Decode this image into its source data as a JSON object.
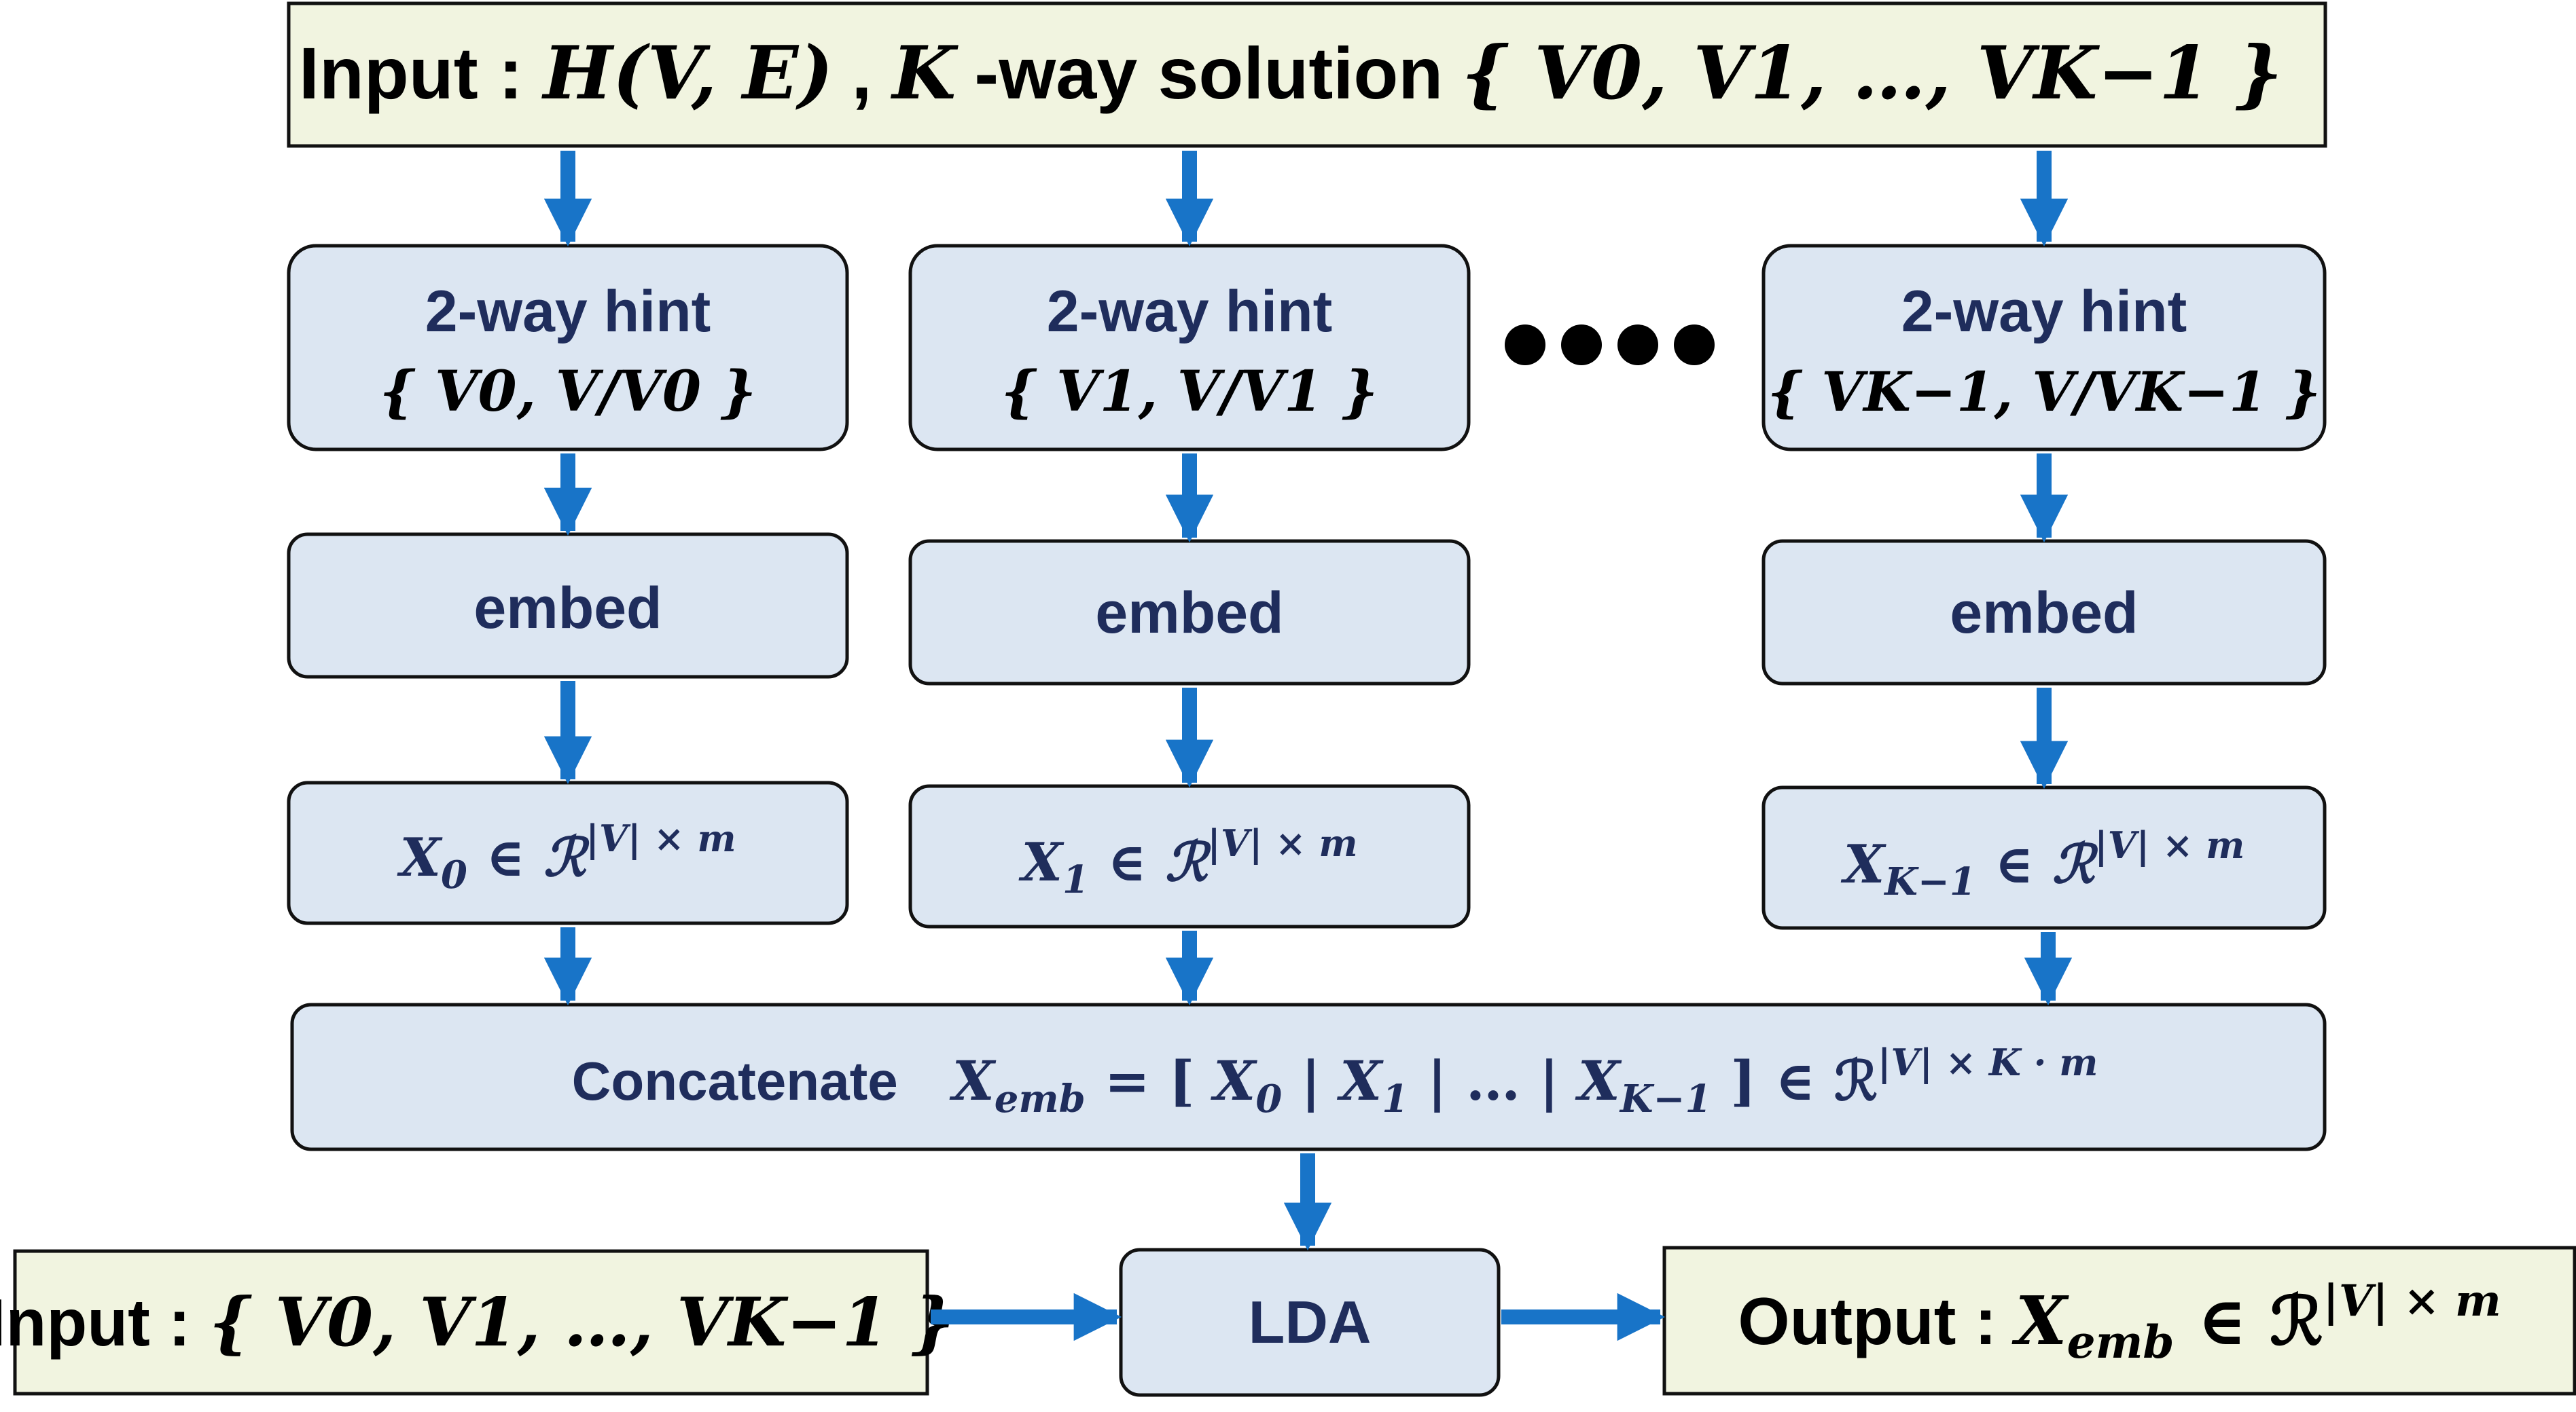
{
  "colors": {
    "input_box_fill": "#F1F4E0",
    "step_box_fill": "#DCE6F2",
    "arrow": "#1874C8",
    "step_text": "#1F2D5C",
    "io_text": "#000000"
  },
  "top_input": {
    "label": "Input : ",
    "graph": "H(V, E)",
    "sep": ", ",
    "k": "K",
    "solution_label": "-way solution",
    "set": "{ V0, V1, …, VK−1 }"
  },
  "columns": [
    {
      "hint_label": "2-way hint",
      "hint_set": "{ V0, V/V0 }",
      "embed_label": "embed",
      "x_name": "X",
      "x_sub": "0",
      "x_rel": " ∈ ℛ",
      "x_sup": "|V| × m"
    },
    {
      "hint_label": "2-way hint",
      "hint_set": "{ V1, V/V1 }",
      "embed_label": "embed",
      "x_name": "X",
      "x_sub": "1",
      "x_rel": " ∈ ℛ",
      "x_sup": "|V| × m"
    },
    {
      "hint_label": "2-way hint",
      "hint_set": "{ VK−1, V/VK−1 }",
      "embed_label": "embed",
      "x_name": "X",
      "x_sub": "K−1",
      "x_rel": " ∈ ℛ",
      "x_sup": "|V| × m"
    }
  ],
  "ellipsis_icon": "four-dots",
  "concat": {
    "label": "Concatenate",
    "lhs_name": "X",
    "lhs_sub": "emb",
    "rhs_open": " = [ ",
    "x0": "X",
    "x0_sub": "0",
    "bar1": " | ",
    "x1": "X",
    "x1_sub": "1",
    "mid": " |  … | ",
    "xk": "X",
    "xk_sub": "K−1",
    "rhs_close": " ]  ∈ ℛ",
    "sup": "|V| × K · m"
  },
  "bottom_input": {
    "label": "Input : ",
    "set": "{ V0, V1, …, VK−1 }"
  },
  "lda": {
    "label": "LDA"
  },
  "output": {
    "label": "Output : ",
    "x_name": "X",
    "x_sub": "emb",
    "rel": " ∈ ℛ",
    "sup": "|V| × m"
  }
}
